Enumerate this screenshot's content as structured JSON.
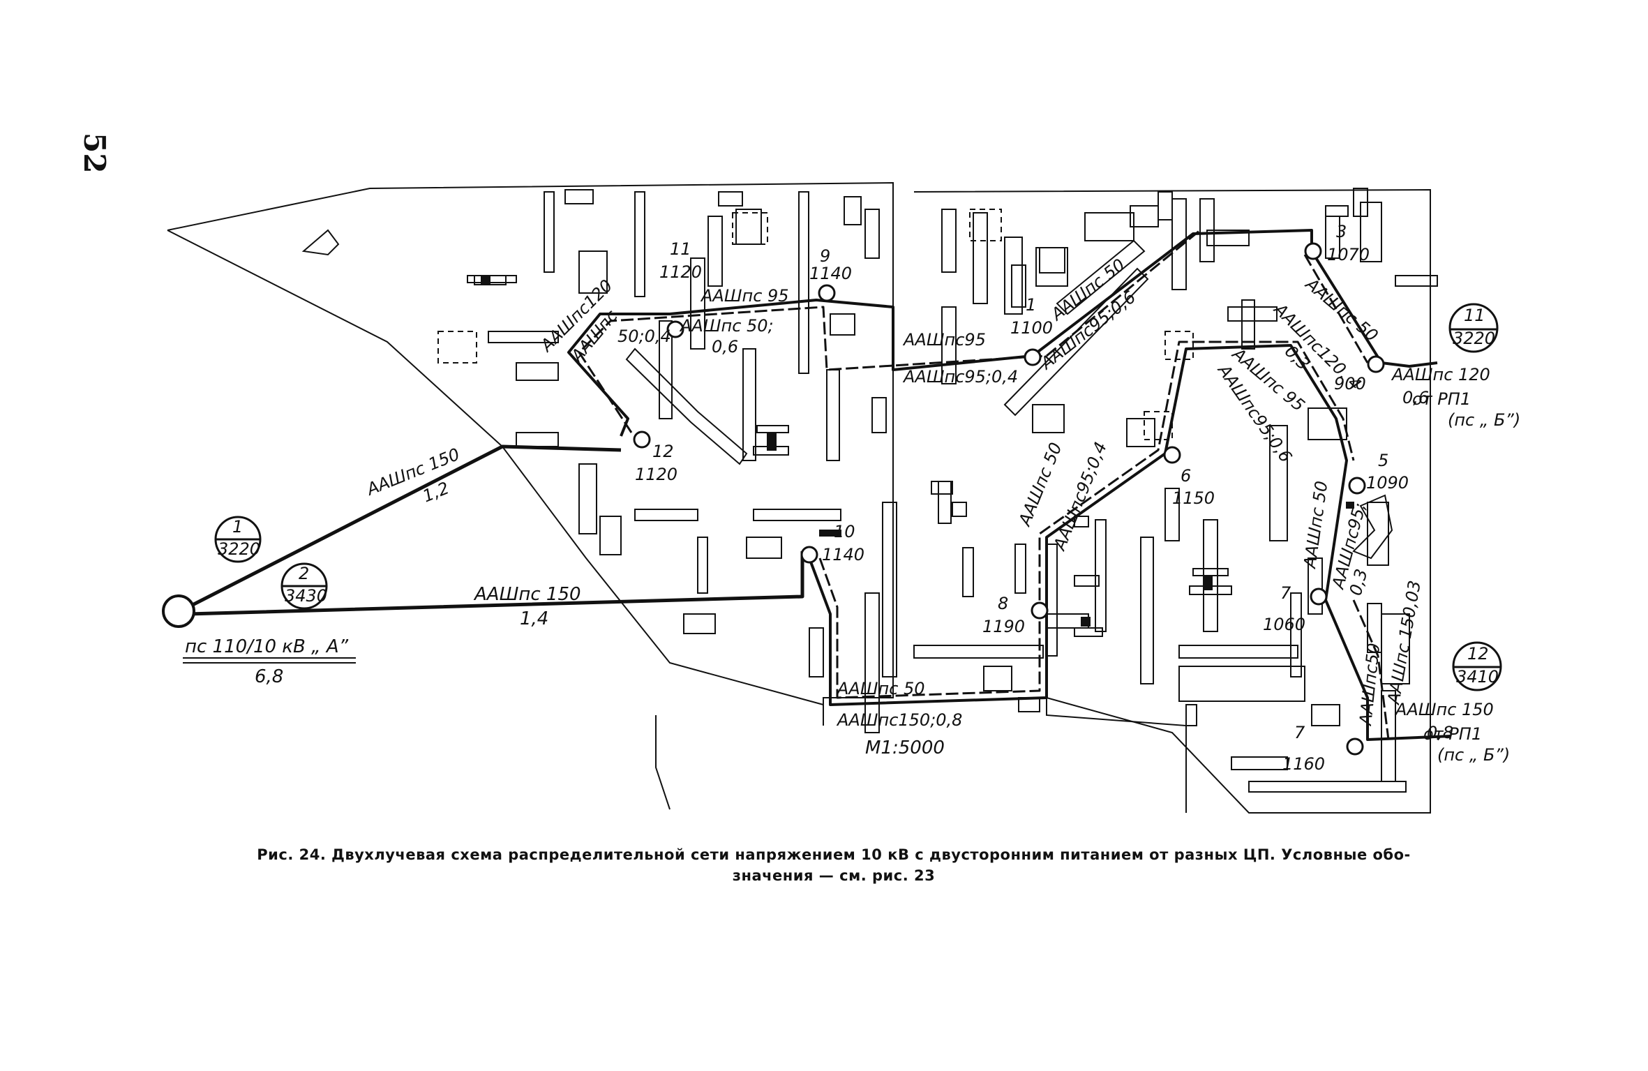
{
  "page_number": "52",
  "caption": {
    "line1": "Рис. 24. Двухлучевая схема распределительной сети напряжением 10 кВ с двусторонним питанием от разных ЦП. Условные обо-",
    "line2": "значения — см. рис. 23"
  },
  "scale": "М1:5000",
  "source_substation": {
    "name": "пс 110/10 кВ „ А”",
    "value": "6,8"
  },
  "feeders": [
    {
      "id": "1",
      "value": "3220"
    },
    {
      "id": "2",
      "value": "3430"
    },
    {
      "id": "11",
      "value": "3220"
    },
    {
      "id": "12",
      "value": "3410"
    }
  ],
  "external_supply": [
    {
      "label": "от РП1",
      "sub": "(пс „ Б”)"
    },
    {
      "label": "от РП1",
      "sub": "(пс „ Б”)"
    }
  ],
  "nodes": [
    {
      "id": "1",
      "value": "1100"
    },
    {
      "id": "3",
      "value": "1070"
    },
    {
      "id": "5",
      "value": "1090"
    },
    {
      "id": "6",
      "value": "1150"
    },
    {
      "id": "7",
      "value": "1060"
    },
    {
      "id": "7",
      "value": "1160"
    },
    {
      "id": "8",
      "value": "1190"
    },
    {
      "id": "9",
      "value": "1140"
    },
    {
      "id": "10",
      "value": "1140"
    },
    {
      "id": "11",
      "value": "1120"
    },
    {
      "id": "12",
      "value": "1120"
    }
  ],
  "cable_labels": [
    "ААШпс 150",
    "1,2",
    "ААШпс 150",
    "1,4",
    "ААШпс120",
    "ААШпс",
    "50;0,4",
    "ААШпс 95",
    "ААШпс 50;",
    "0,6",
    "ААШпс95",
    "ААШпс95;0,4",
    "ААШпс 50",
    "ААШпс95;0,6",
    "ААШпс 50",
    "ААШпс120, 4",
    "0,3",
    "900",
    "ААШпс 120",
    "0,6",
    "ААШпс 95",
    "ААШпс95;0,6",
    "ААШпс 50",
    "ААШпс95;0,4",
    "ААШпс 50",
    "ААШпс95;",
    "0,3",
    "ААШпс 150,03",
    "ААШпс50",
    "ААШпс 150",
    "0,8",
    "ААШпс 50",
    "ААШпс150;0,8"
  ]
}
